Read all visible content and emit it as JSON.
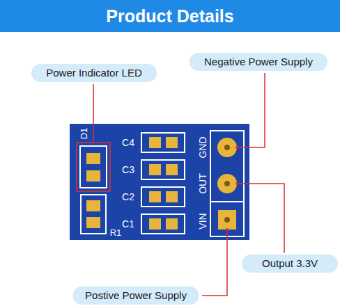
{
  "diagram": {
    "title": "Product Details",
    "nodes": [
      {
        "text": [
          "Negative Power Supply"
        ]
      },
      {
        "text": [
          "Power Indicator LED"
        ]
      },
      {
        "text": [
          "Output 3.3V"
        ]
      },
      {
        "text": [
          "Postive Power Supply"
        ]
      }
    ],
    "labels": [
      "D1",
      "C4",
      "C3",
      "C2",
      "C1",
      "R1",
      "GND",
      "OUT",
      "VIN"
    ]
  }
}
